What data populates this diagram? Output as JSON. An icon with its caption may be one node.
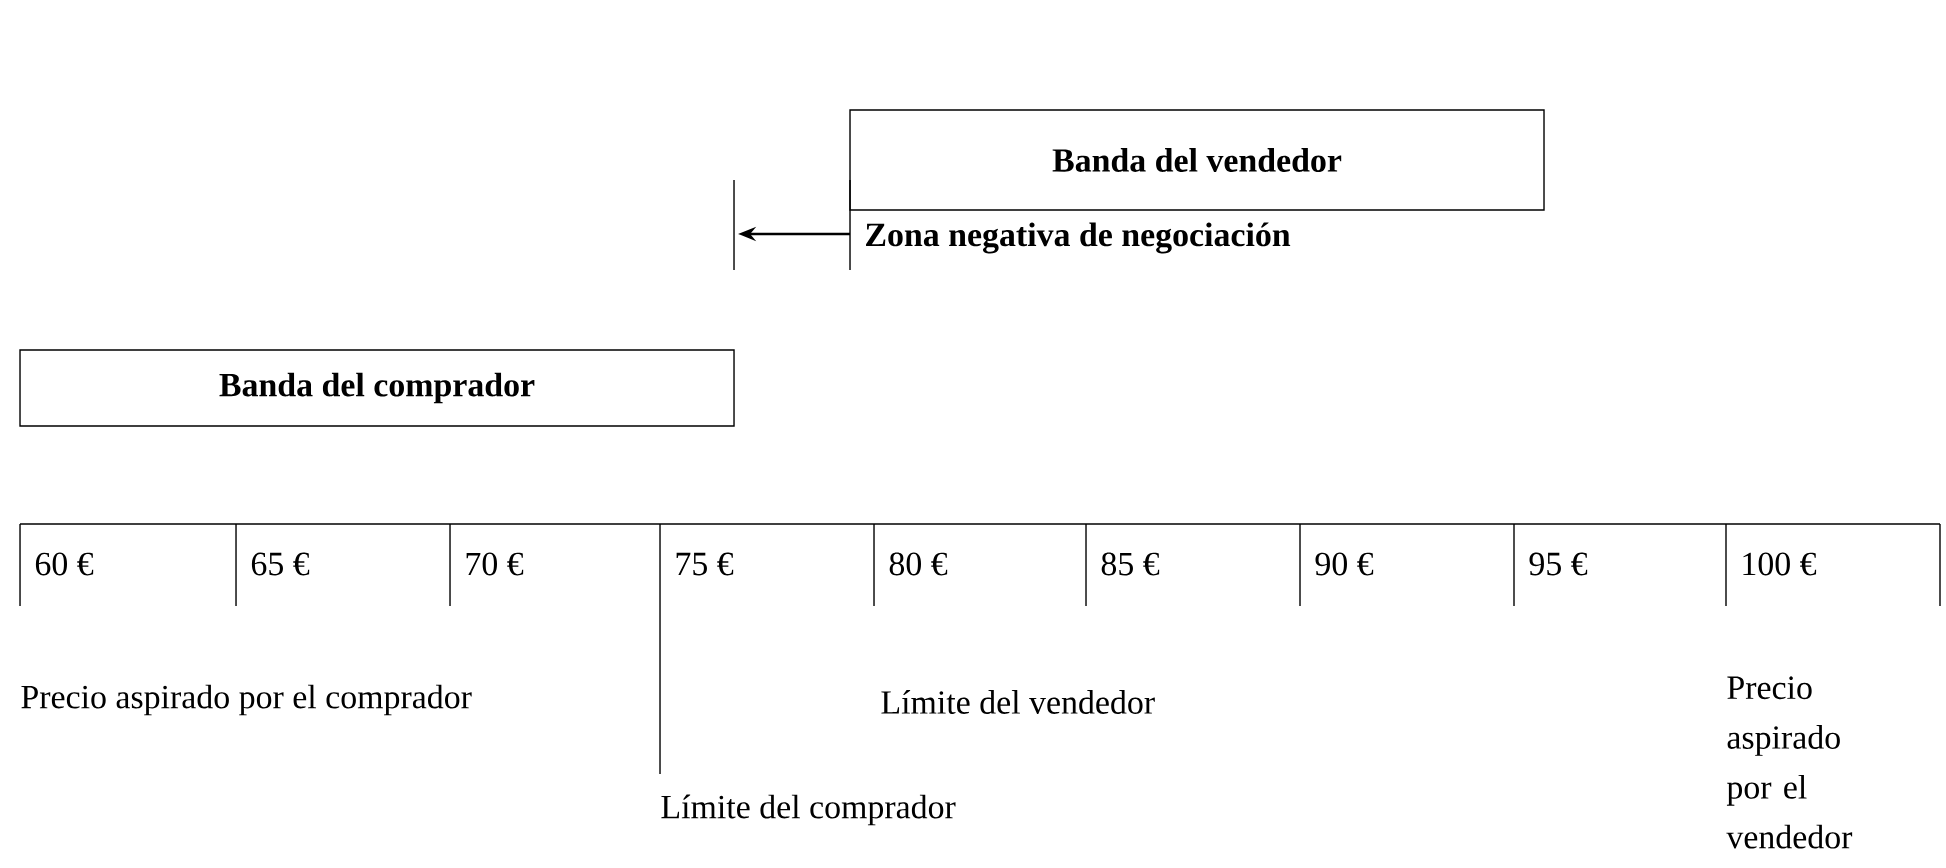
{
  "diagram": {
    "nodes": [
      {
        "text": [
          "Banda del vendedor"
        ]
      },
      {
        "text": [
          "Banda del comprador"
        ]
      }
    ],
    "labels": [
      "Zona negativa de negociación",
      "60 €",
      "65 €",
      "70 €",
      "75 €",
      "80 €",
      "85 €",
      "90 €",
      "95 €",
      "100 €",
      "Precio aspirado por el comprador",
      "Límite del vendedor",
      "Límite del comprador",
      "Precio aspirado por el vendedor"
    ]
  }
}
